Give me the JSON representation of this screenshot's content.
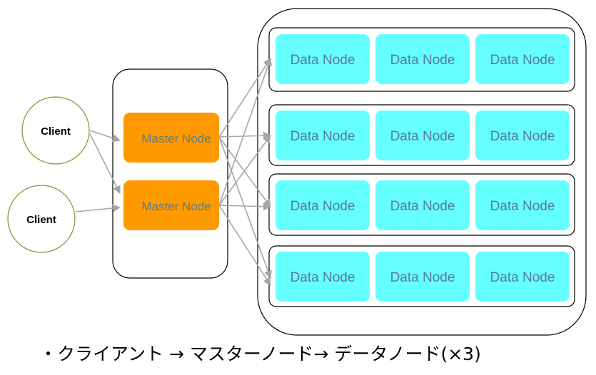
{
  "clients": [
    {
      "label": "Client"
    },
    {
      "label": "Client"
    }
  ],
  "masters": [
    {
      "label": "Master Node"
    },
    {
      "label": "Master Node"
    }
  ],
  "data_rows": [
    {
      "nodes": [
        "Data Node",
        "Data Node",
        "Data Node"
      ]
    },
    {
      "nodes": [
        "Data Node",
        "Data Node",
        "Data Node"
      ]
    },
    {
      "nodes": [
        "Data Node",
        "Data Node",
        "Data Node"
      ]
    },
    {
      "nodes": [
        "Data Node",
        "Data Node",
        "Data Node"
      ]
    }
  ],
  "caption": "・クライアント → マスターノード→ データノード(×3)",
  "colors": {
    "master_fill": "#ff9900",
    "data_fill": "#66ffff",
    "connector": "#a6a6a6",
    "client_outline": "#8c8a3c"
  }
}
